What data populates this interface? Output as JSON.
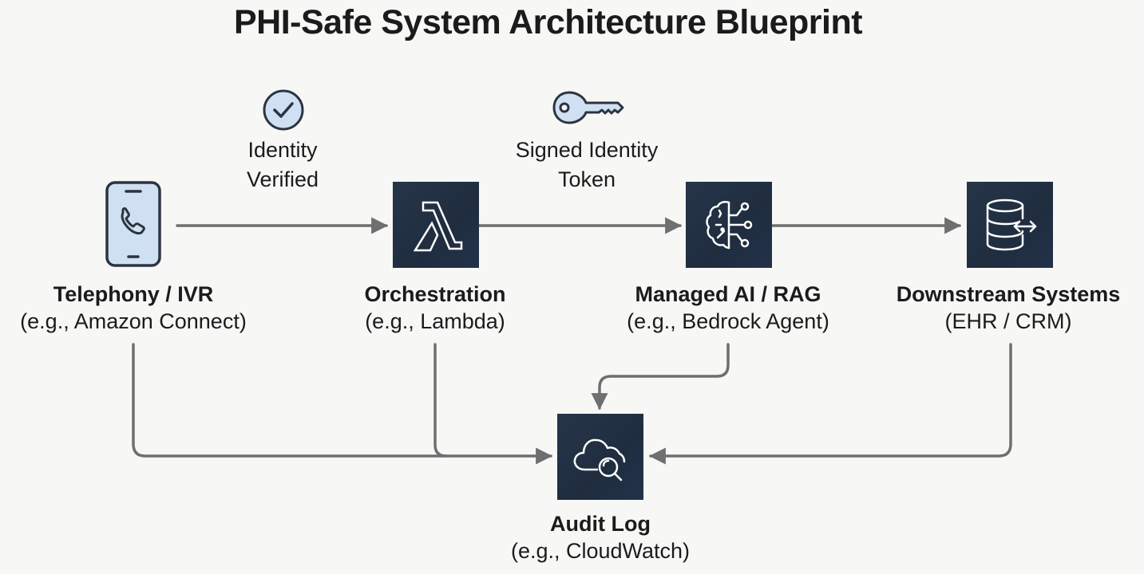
{
  "title": "PHI-Safe System Architecture Blueprint",
  "colors": {
    "background": "#f7f7f6",
    "node_fill": "#243347",
    "icon_stroke": "#ffffff",
    "light_icon_fill": "#cfe0f3",
    "light_icon_stroke": "#2b3440",
    "connector": "#6f6f6f",
    "text": "#1b1b1b"
  },
  "nodes": [
    {
      "id": "telephony",
      "name": "Telephony / IVR",
      "sub": "(e.g., Amazon Connect)",
      "icon": "smartphone-call-icon"
    },
    {
      "id": "orchestration",
      "name": "Orchestration",
      "sub": "(e.g., Lambda)",
      "icon": "lambda-icon"
    },
    {
      "id": "managed_ai",
      "name": "Managed AI / RAG",
      "sub": "(e.g., Bedrock Agent)",
      "icon": "brain-circuit-icon"
    },
    {
      "id": "downstream",
      "name": "Downstream Systems",
      "sub": "(EHR / CRM)",
      "icon": "database-exchange-icon"
    },
    {
      "id": "audit",
      "name": "Audit Log",
      "sub": "(e.g., CloudWatch)",
      "icon": "cloud-search-icon"
    }
  ],
  "edge_labels": [
    {
      "line1": "Identity",
      "line2": "Verified",
      "icon": "check-circle-icon"
    },
    {
      "line1": "Signed Identity",
      "line2": "Token",
      "icon": "key-icon"
    }
  ],
  "edges": [
    {
      "from": "telephony",
      "to": "orchestration"
    },
    {
      "from": "orchestration",
      "to": "managed_ai"
    },
    {
      "from": "managed_ai",
      "to": "downstream"
    },
    {
      "from": "telephony",
      "to": "audit"
    },
    {
      "from": "orchestration",
      "to": "audit"
    },
    {
      "from": "managed_ai",
      "to": "audit"
    },
    {
      "from": "downstream",
      "to": "audit"
    }
  ]
}
